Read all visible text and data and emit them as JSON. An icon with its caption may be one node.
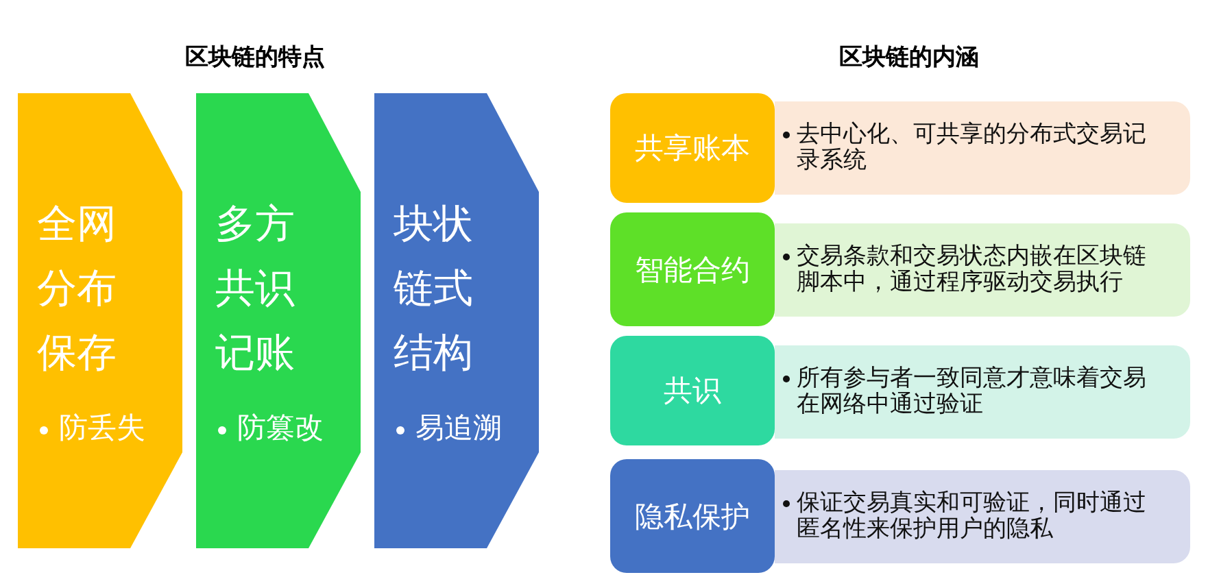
{
  "diagram": {
    "nodes": [
      {
        "text": [
          "全网分布保存",
          "防丢失"
        ]
      },
      {
        "text": [
          "多方共识记账",
          "防篡改"
        ]
      },
      {
        "text": [
          "块状链式结构",
          "易追溯"
        ]
      },
      {
        "text": [
          "共享账本"
        ]
      },
      {
        "text": [
          "去中心化、可共享的分布式交易记录系统"
        ]
      },
      {
        "text": [
          "智能合约"
        ]
      },
      {
        "text": [
          "交易条款和交易状态内嵌在区块链脚本中，通过程序驱动交易执行"
        ]
      },
      {
        "text": [
          "共识"
        ]
      },
      {
        "text": [
          "所有参与者一致同意才意味着交易在网络中通过验证"
        ]
      },
      {
        "text": [
          "隐私保护"
        ]
      },
      {
        "text": [
          "保证交易真实和可验证，同时通过匿名性来保护用户的隐私"
        ]
      }
    ],
    "labels": [
      "区块链的特点",
      "区块链的内涵"
    ]
  }
}
